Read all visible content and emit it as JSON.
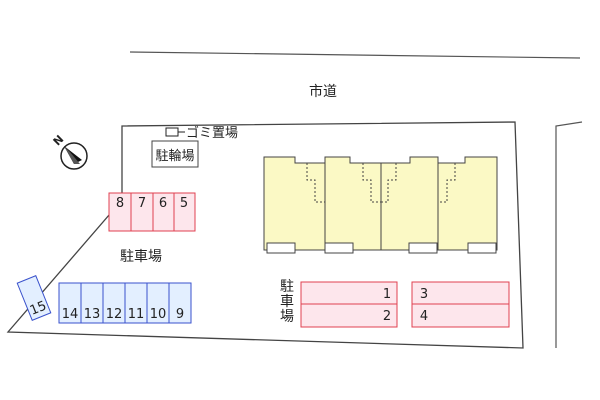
{
  "map": {
    "road_label": "市道",
    "garbage_label": "ゴミ置場",
    "bicycle_parking_label": "駐輪場",
    "parking_label_main": "駐車場",
    "parking_label_vertical": [
      "駐",
      "車",
      "場"
    ],
    "north_label": "N"
  },
  "parking": {
    "top_row": [
      "8",
      "7",
      "6",
      "5"
    ],
    "bottom_row": [
      "14",
      "13",
      "12",
      "11",
      "10",
      "9"
    ],
    "angled": [
      "15"
    ],
    "right_block_a": [
      "1",
      "2"
    ],
    "right_block_b": [
      "3",
      "4"
    ]
  },
  "colors": {
    "pink_stroke": "#e04050",
    "pink_fill": "#fde6ec",
    "blue_stroke": "#3a52cc",
    "blue_fill": "#e3efff",
    "building_fill": "#fbf9c5",
    "outline": "#444444"
  }
}
